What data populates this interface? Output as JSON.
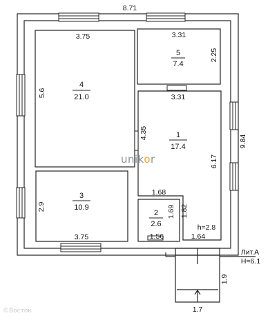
{
  "plan": {
    "overall_width": "8.71",
    "overall_depth": "9.84",
    "rooms": [
      {
        "id": "4",
        "number": "4",
        "area": "21.0",
        "width": "3.75",
        "depth": "5.6"
      },
      {
        "id": "5",
        "number": "5",
        "area": "7.4",
        "width": "3.31",
        "depth": "2.25"
      },
      {
        "id": "1",
        "number": "1",
        "area": "17.4",
        "width_top": "3.31",
        "depth_left": "4.35",
        "depth_right": "6.17",
        "width_bottom": "1.68"
      },
      {
        "id": "3",
        "number": "3",
        "area": "10.9",
        "width": "3.75",
        "depth": "2.9"
      },
      {
        "id": "2",
        "number": "2",
        "area": "2.6",
        "width": "1.56",
        "depth": "1.69"
      }
    ],
    "corridor_width": "1.82",
    "bottom_segment": "1.64",
    "ceiling_height": "h=2.8",
    "porch": {
      "width": "1.7",
      "depth": "1.9"
    },
    "litera": "Лит.А",
    "building_height": "H=6.1"
  },
  "watermark": {
    "part1": "unik",
    "part2": "o",
    "part3": "r"
  },
  "corner_mark": "©Восток"
}
